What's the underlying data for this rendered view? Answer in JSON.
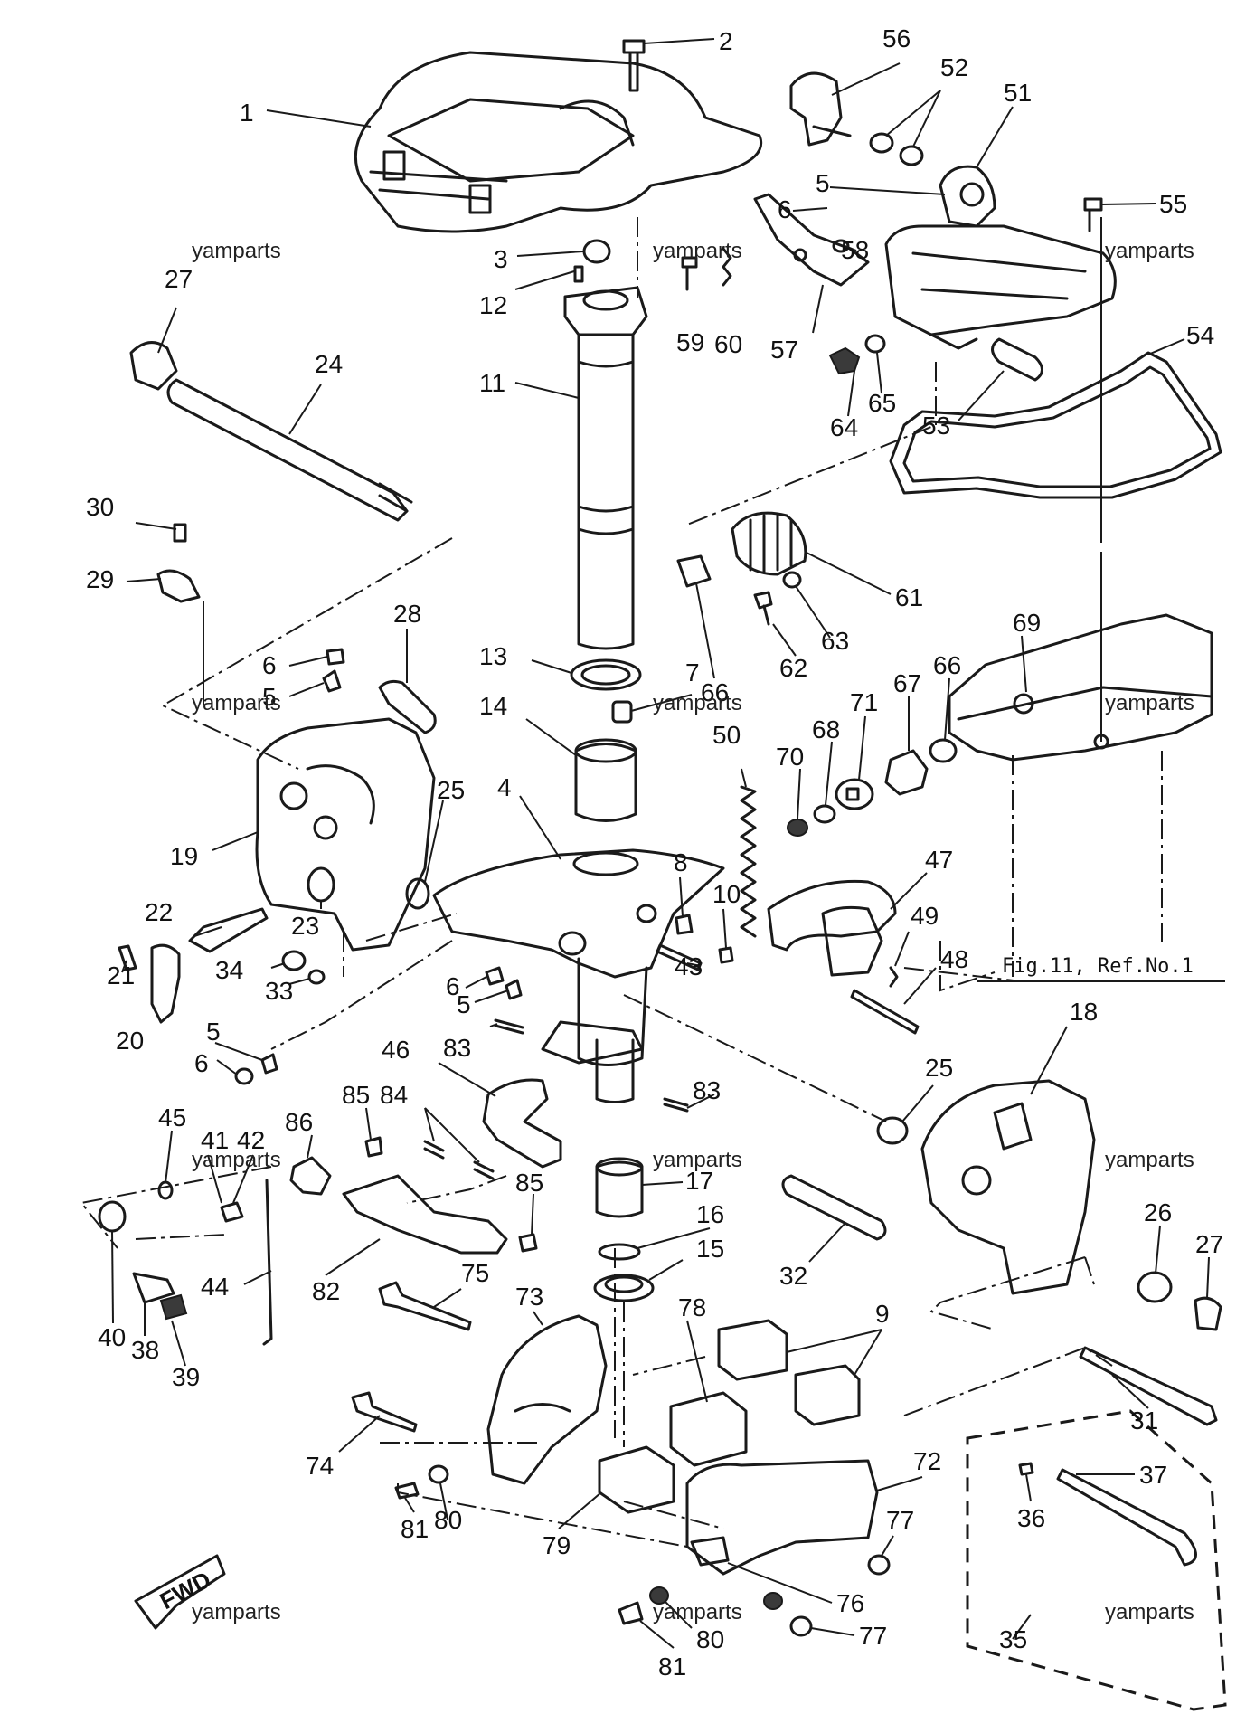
{
  "callouts": [
    {
      "label": "1"
    },
    {
      "label": "2"
    },
    {
      "label": "3"
    },
    {
      "label": "12"
    },
    {
      "label": "11"
    },
    {
      "label": "56"
    },
    {
      "label": "52"
    },
    {
      "label": "51"
    },
    {
      "label": "5"
    },
    {
      "label": "6"
    },
    {
      "label": "55"
    },
    {
      "label": "58"
    },
    {
      "label": "59"
    },
    {
      "label": "60"
    },
    {
      "label": "57"
    },
    {
      "label": "64"
    },
    {
      "label": "65"
    },
    {
      "label": "53"
    },
    {
      "label": "54"
    },
    {
      "label": "27"
    },
    {
      "label": "24"
    },
    {
      "label": "30"
    },
    {
      "label": "29"
    },
    {
      "label": "61"
    },
    {
      "label": "66"
    },
    {
      "label": "62"
    },
    {
      "label": "63"
    },
    {
      "label": "13"
    },
    {
      "label": "28"
    },
    {
      "label": "6"
    },
    {
      "label": "5"
    },
    {
      "label": "7"
    },
    {
      "label": "69"
    },
    {
      "label": "67"
    },
    {
      "label": "66"
    },
    {
      "label": "71"
    },
    {
      "label": "68"
    },
    {
      "label": "70"
    },
    {
      "label": "14"
    },
    {
      "label": "50"
    },
    {
      "label": "4"
    },
    {
      "label": "19"
    },
    {
      "label": "25"
    },
    {
      "label": "22"
    },
    {
      "label": "23"
    },
    {
      "label": "8"
    },
    {
      "label": "10"
    },
    {
      "label": "47"
    },
    {
      "label": "49"
    },
    {
      "label": "21"
    },
    {
      "label": "34"
    },
    {
      "label": "33"
    },
    {
      "label": "20"
    },
    {
      "label": "48"
    },
    {
      "label": "43"
    },
    {
      "label": "6"
    },
    {
      "label": "5"
    },
    {
      "label": "83"
    },
    {
      "label": "5"
    },
    {
      "label": "6"
    },
    {
      "label": "18"
    },
    {
      "label": "46"
    },
    {
      "label": "83"
    },
    {
      "label": "25"
    },
    {
      "label": "86"
    },
    {
      "label": "85"
    },
    {
      "label": "84"
    },
    {
      "label": "45"
    },
    {
      "label": "41"
    },
    {
      "label": "42"
    },
    {
      "label": "17"
    },
    {
      "label": "85"
    },
    {
      "label": "26"
    },
    {
      "label": "27"
    },
    {
      "label": "16"
    },
    {
      "label": "15"
    },
    {
      "label": "32"
    },
    {
      "label": "82"
    },
    {
      "label": "44"
    },
    {
      "label": "75"
    },
    {
      "label": "73"
    },
    {
      "label": "78"
    },
    {
      "label": "9"
    },
    {
      "label": "40"
    },
    {
      "label": "38"
    },
    {
      "label": "39"
    },
    {
      "label": "31"
    },
    {
      "label": "74"
    },
    {
      "label": "72"
    },
    {
      "label": "37"
    },
    {
      "label": "81"
    },
    {
      "label": "80"
    },
    {
      "label": "79"
    },
    {
      "label": "77"
    },
    {
      "label": "36"
    },
    {
      "label": "76"
    },
    {
      "label": "80"
    },
    {
      "label": "77"
    },
    {
      "label": "81"
    },
    {
      "label": "35"
    }
  ],
  "watermarks": [
    "yamparts",
    "yamparts",
    "yamparts",
    "yamparts",
    "yamparts",
    "yamparts",
    "yamparts",
    "yamparts",
    "yamparts",
    "yamparts",
    "yamparts"
  ],
  "reference_note": "Fig.11, Ref.No.1",
  "fwd_label": "FWD"
}
